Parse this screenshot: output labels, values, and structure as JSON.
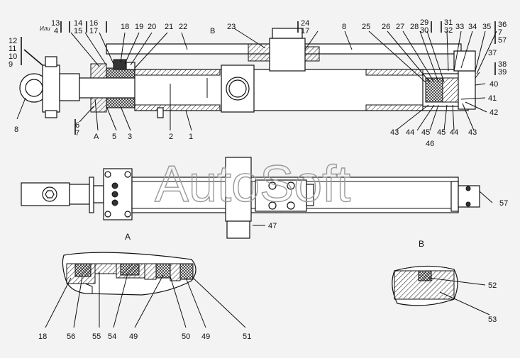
{
  "watermark": "AutoSoft",
  "labels": {
    "ili": "Или",
    "l13": "13",
    "l4": "4",
    "l14": "14",
    "l15": "15",
    "l16": "16",
    "l17a": "17",
    "l18": "18",
    "l19": "19",
    "l20": "20",
    "l21": "21",
    "l22": "22",
    "vB": "В",
    "l23": "23",
    "l24": "24",
    "l17b": "17",
    "l8a": "8",
    "l25": "25",
    "l26": "26",
    "l27": "27",
    "l28": "28",
    "l29": "29",
    "l30": "30",
    "l31": "31",
    "l32": "32",
    "l33": "33",
    "l34": "34",
    "l35": "35",
    "l36": "36",
    "l7a": "7",
    "l57a": "57",
    "l37": "37",
    "l38": "38",
    "l39": "39",
    "l40": "40",
    "l41": "41",
    "l42": "42",
    "l43a": "43",
    "l44a": "44",
    "l45a": "45",
    "l45b": "45",
    "l44b": "44",
    "l43b": "43",
    "l46": "46",
    "l12": "12",
    "l11": "11",
    "l10": "10",
    "l9": "9",
    "l8b": "8",
    "l6": "6",
    "l7b": "7",
    "lA": "А",
    "l5": "5",
    "l3": "3",
    "l2": "2",
    "l1": "1",
    "l47": "47",
    "l57b": "57",
    "viewA": "А",
    "viewB": "В",
    "l18b": "18",
    "l56": "56",
    "l55": "55",
    "l54": "54",
    "l49a": "49",
    "l50": "50",
    "l49b": "49",
    "l51": "51",
    "l52": "52",
    "l53": "53"
  }
}
